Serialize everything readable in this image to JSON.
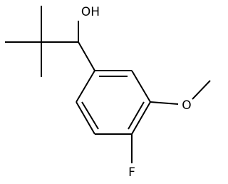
{
  "molecule": {
    "atoms": {
      "hydroxyl": "OH",
      "methoxy_oxygen": "O",
      "fluorine": "F"
    }
  }
}
